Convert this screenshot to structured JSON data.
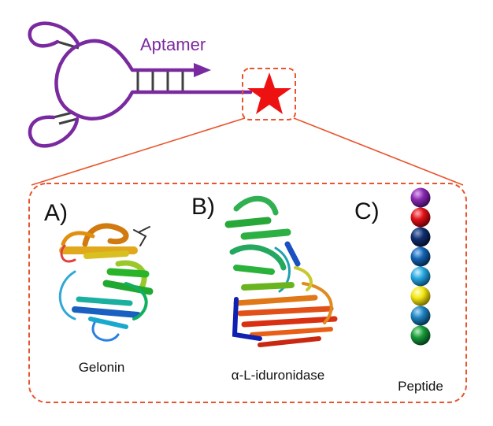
{
  "aptamer": {
    "label": "Aptamer",
    "strand_color": "#7a2aa0",
    "stem_color": "#404040"
  },
  "payload": {
    "star_color": "#ee1111",
    "box_color": "#e8542e"
  },
  "panels": [
    {
      "letter": "A)",
      "caption": "Gelonin"
    },
    {
      "letter": "B)",
      "caption": "α-L-iduronidase"
    },
    {
      "letter": "C)",
      "caption": "Peptide"
    }
  ],
  "peptide_beads": [
    "#8a2ab0",
    "#e01218",
    "#10306e",
    "#1464b4",
    "#27a8e0",
    "#f2e612",
    "#1e82c0",
    "#1a9a3a"
  ]
}
